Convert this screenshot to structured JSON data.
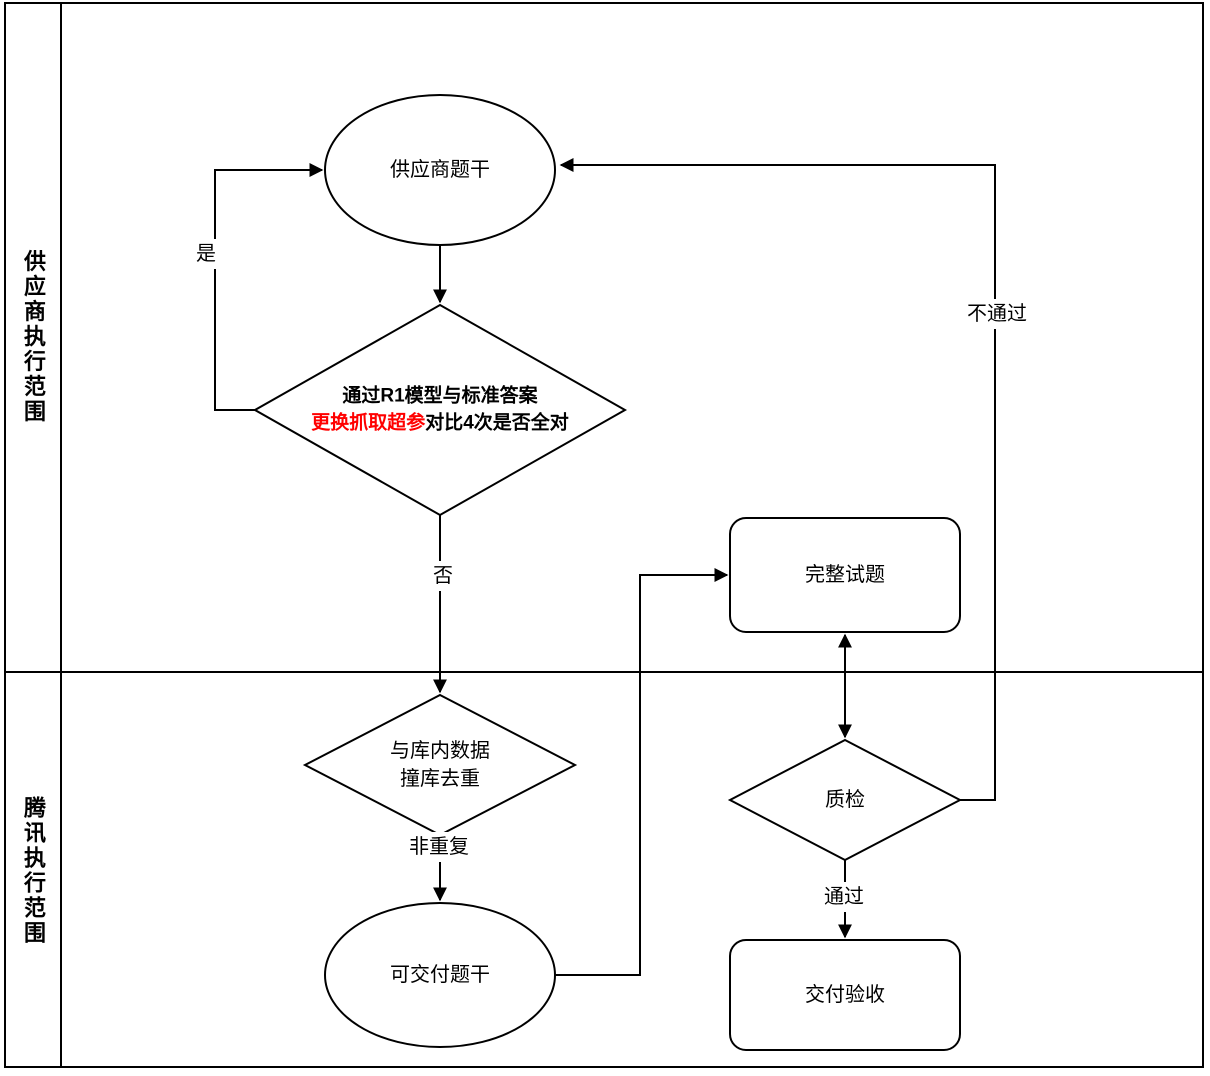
{
  "lanes": [
    {
      "label": "供应商执行范围"
    },
    {
      "label": "腾讯执行范围"
    }
  ],
  "nodes": {
    "supplier_stem": {
      "type": "ellipse",
      "label": "供应商题干"
    },
    "r1_check": {
      "type": "diamond",
      "line1": "通过R1模型与标准答案",
      "line2_highlight": "更换抓取超参",
      "line2_rest": "对比4次是否全对"
    },
    "complete_question": {
      "type": "rounded-rect",
      "label": "完整试题"
    },
    "dedup_check": {
      "type": "diamond",
      "line1": "与库内数据",
      "line2": "撞库去重"
    },
    "deliverable_stem": {
      "type": "ellipse",
      "label": "可交付题干"
    },
    "quality_check": {
      "type": "diamond",
      "label": "质检"
    },
    "delivery_acceptance": {
      "type": "rounded-rect",
      "label": "交付验收"
    }
  },
  "edge_labels": {
    "yes": "是",
    "no": "否",
    "not_duplicate": "非重复",
    "fail": "不通过",
    "pass": "通过"
  },
  "colors": {
    "line": "#000000",
    "highlight_text": "#ff0000",
    "background": "#ffffff"
  }
}
